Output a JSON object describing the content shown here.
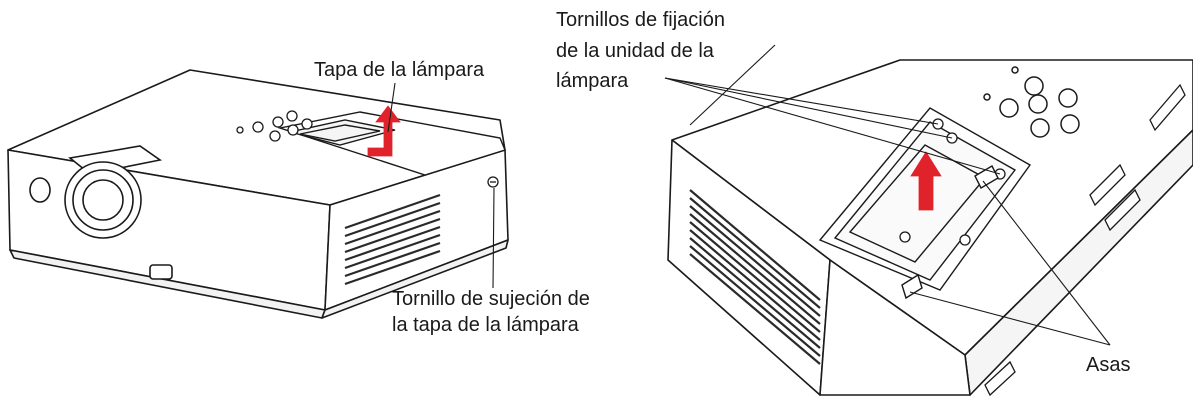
{
  "labels": {
    "lamp_cover": "Tapa de la lámpara",
    "cover_screw_line1": "Tornillo de sujeción de",
    "cover_screw_line2": "la tapa de la lámpara",
    "unit_screws_line1": "Tornillos de fijación",
    "unit_screws_line2": "de la unidad de la",
    "unit_screws_line3": "lámpara",
    "handles": "Asas"
  },
  "colors": {
    "arrow": "#e0232b",
    "outline": "#1a1a1a",
    "body_fill": "#ffffff",
    "vent": "#2a2a2a"
  },
  "icons": {
    "left_arrow": "up-arrow-with-bent-tail-icon",
    "right_arrow": "up-arrow-icon"
  }
}
